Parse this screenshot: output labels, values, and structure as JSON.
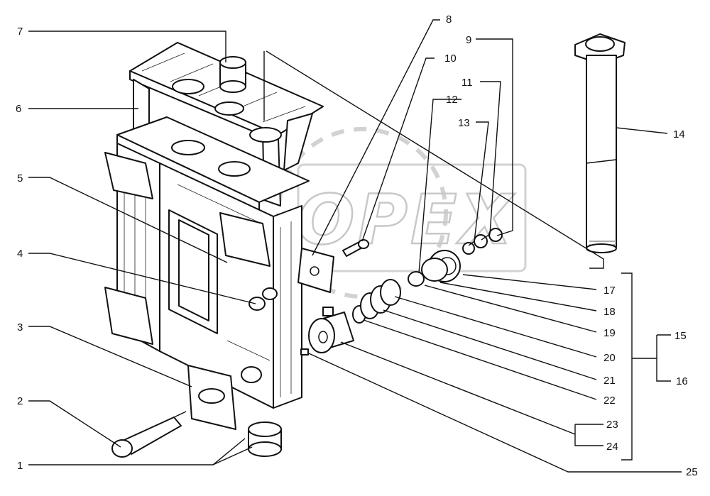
{
  "watermark": "OPEX",
  "callouts": [
    "1",
    "2",
    "3",
    "4",
    "5",
    "6",
    "7",
    "8",
    "9",
    "10",
    "11",
    "12",
    "13",
    "14",
    "15",
    "16",
    "17",
    "18",
    "19",
    "20",
    "21",
    "22",
    "23",
    "24",
    "25"
  ]
}
